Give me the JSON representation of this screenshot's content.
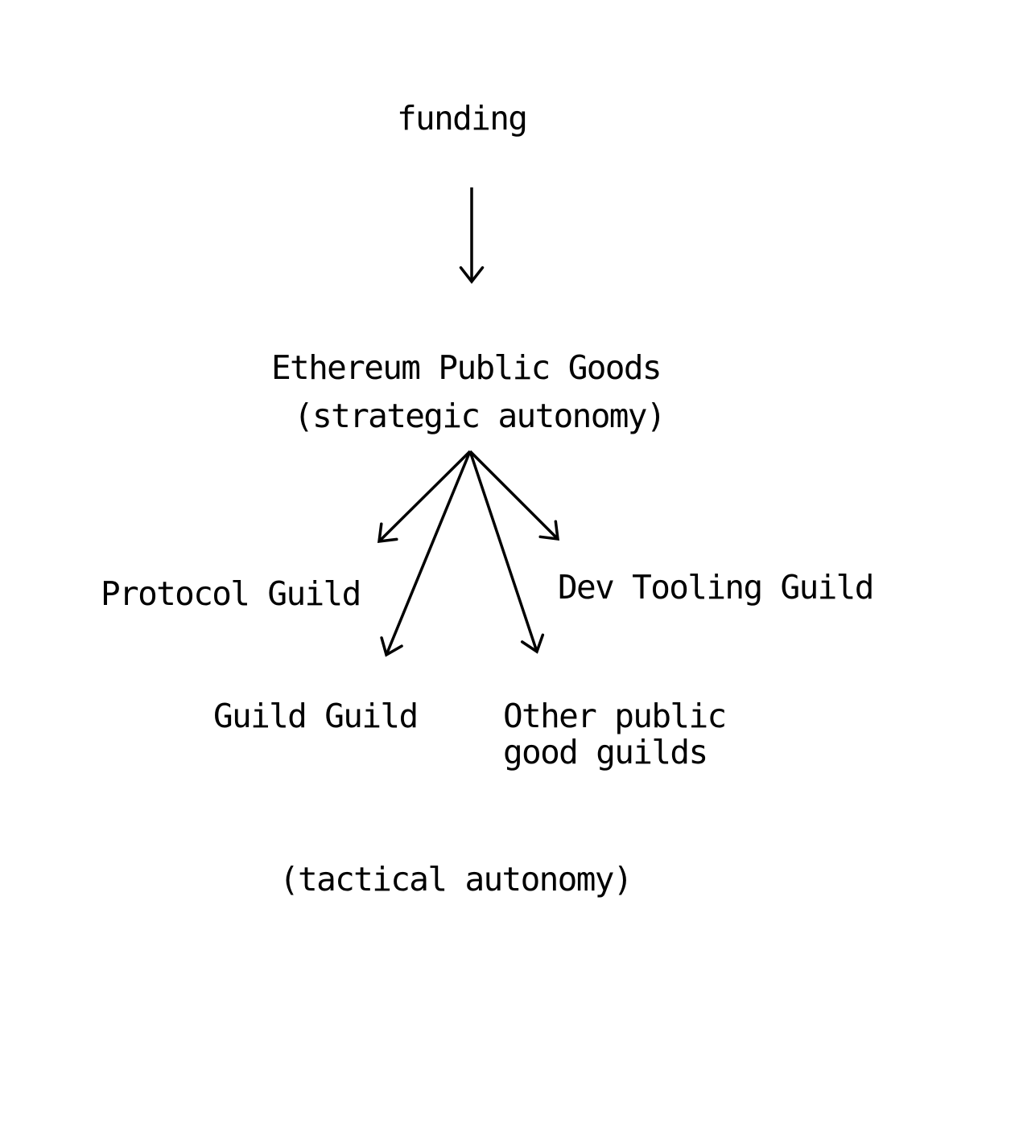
{
  "canvas": {
    "background": "#ffffff",
    "ink": "#000000"
  },
  "diagram": {
    "source": {
      "label": "funding"
    },
    "hub": {
      "title": "Ethereum Public Goods",
      "subtitle": "(strategic autonomy)"
    },
    "branches": {
      "protocol_guild": {
        "label": "Protocol Guild"
      },
      "dev_tooling_guild": {
        "label": "Dev Tooling Guild"
      },
      "guild_guild": {
        "label": "Guild Guild"
      },
      "other_guilds": {
        "label": "Other public\ngood guilds"
      }
    },
    "footnote": {
      "label": "(tactical autonomy)"
    },
    "edges": [
      {
        "from": "funding",
        "to": "ethereum-public-goods"
      },
      {
        "from": "ethereum-public-goods",
        "to": "protocol-guild"
      },
      {
        "from": "ethereum-public-goods",
        "to": "dev-tooling-guild"
      },
      {
        "from": "ethereum-public-goods",
        "to": "guild-guild"
      },
      {
        "from": "ethereum-public-goods",
        "to": "other-public-good-guilds"
      }
    ]
  }
}
